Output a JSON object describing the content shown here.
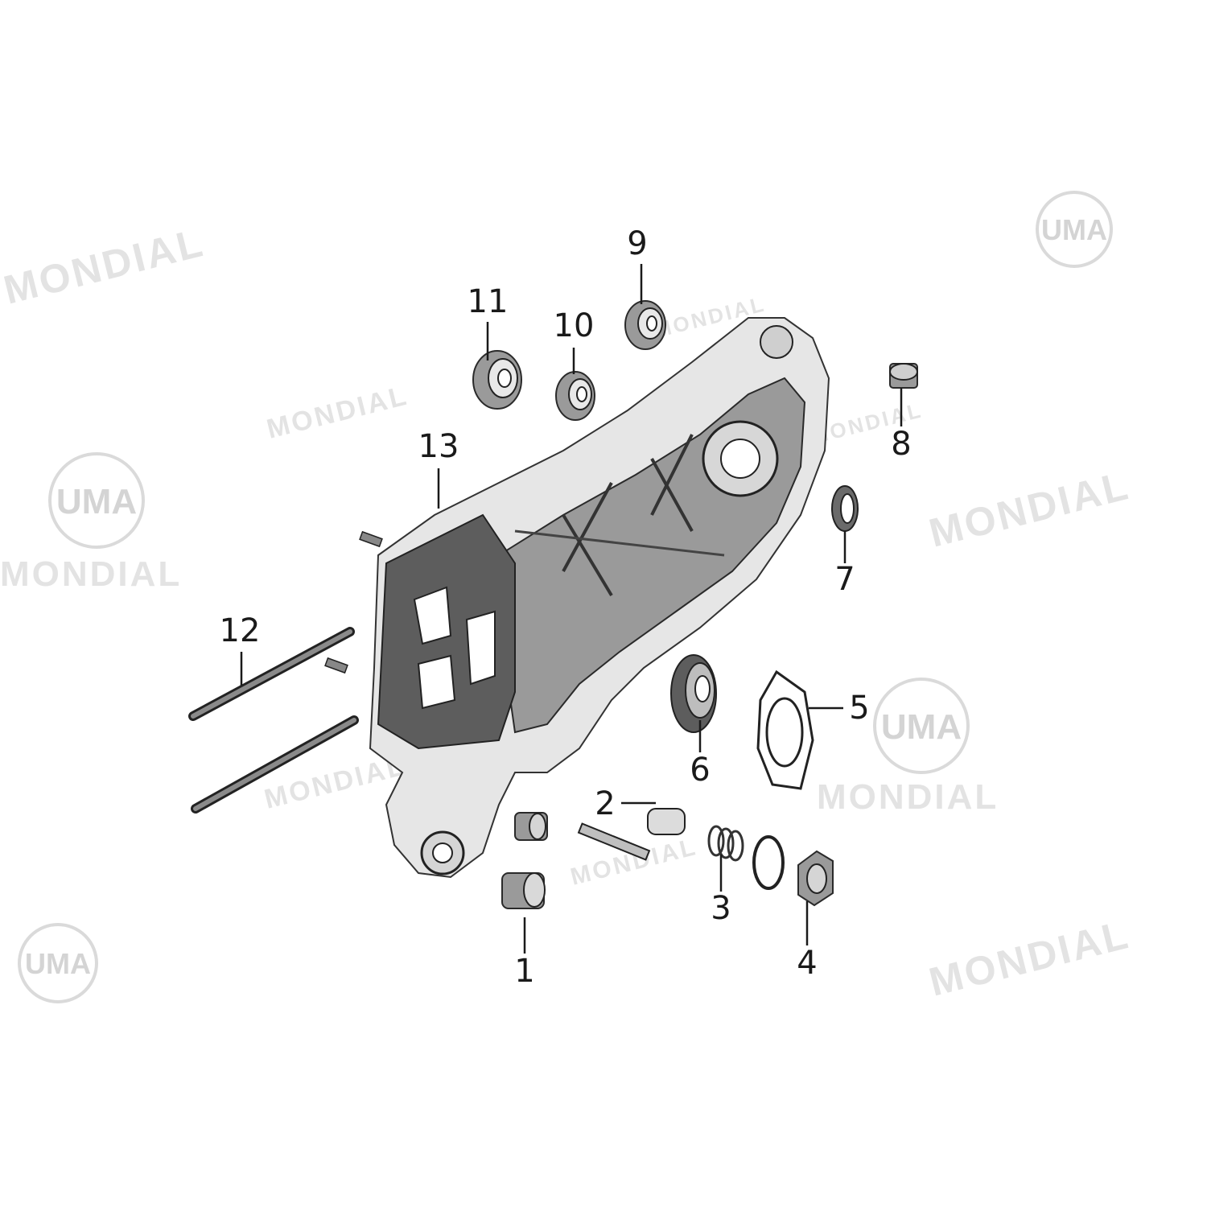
{
  "watermarks": {
    "brand_word": "MONDIAL",
    "logo_word": "UMA"
  },
  "callouts": {
    "c1": "1",
    "c2": "2",
    "c3": "3",
    "c4": "4",
    "c5": "5",
    "c6": "6",
    "c7": "7",
    "c8": "8",
    "c9": "9",
    "c10": "10",
    "c11": "11",
    "c12": "12",
    "c13": "13"
  },
  "colors": {
    "background": "#ffffff",
    "line_art": "#1a1a1a",
    "watermark": "#e3e3e3"
  }
}
